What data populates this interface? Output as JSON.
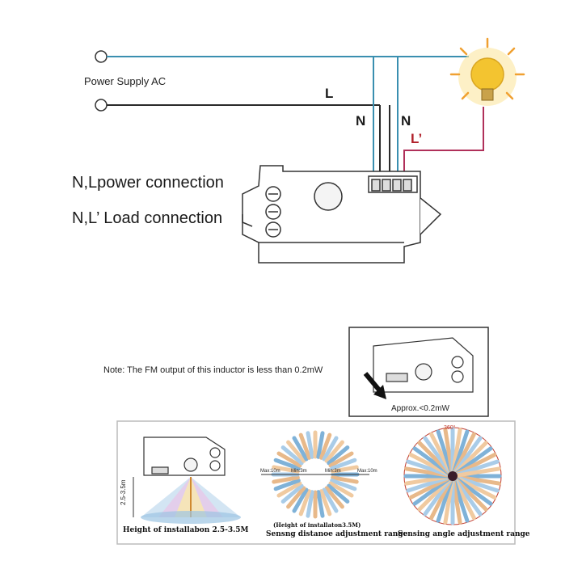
{
  "diagram": {
    "power_label": "Power Supply AC",
    "wire_L": "L",
    "wire_N1": "N",
    "wire_N2": "N",
    "wire_Lprime": "L’",
    "conn_power": "N,Lpower connection",
    "conn_load": "N,L’ Load connection"
  },
  "note": {
    "text": "Note: The FM output of this inductor is less than 0.2mW",
    "approx": "Approx.<0.2mW"
  },
  "panels": {
    "height_range": "2.5-3.5m",
    "caption1": "Height of installabon 2.5-3.5M",
    "caption2_line1": "(Height of installaton3.5M)",
    "caption2_line2": "Sensng distanoe adjustment range",
    "max_left": "Max:10m",
    "max_right": "Max:10m",
    "min_left": "Min:3m",
    "min_right": "Min:3m",
    "angle_label": "360°",
    "caption3": "Sensing angle adjustment range"
  },
  "colors": {
    "wire_blue": "#3a8fb0",
    "wire_dark": "#2a2a2a",
    "wire_red": "#b0305a",
    "bulb": "#f3c430"
  }
}
